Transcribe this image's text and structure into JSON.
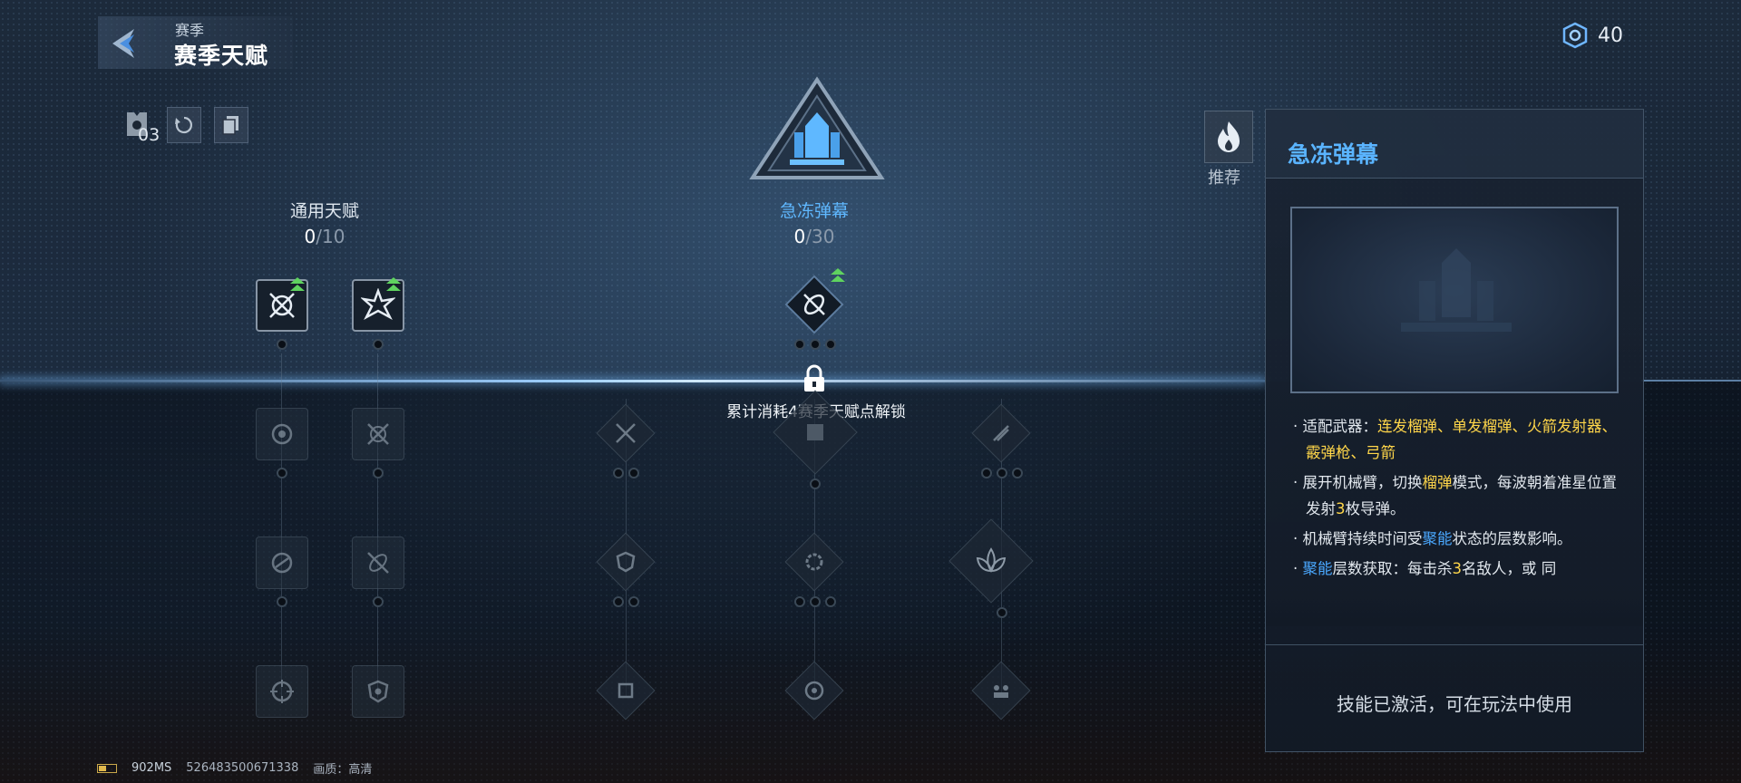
{
  "header": {
    "subtitle": "赛季",
    "title": "赛季天赋"
  },
  "currency": {
    "icon": "talent-point-icon",
    "value": "40"
  },
  "toolbar": {
    "preset_count": "03"
  },
  "columns": [
    {
      "name": "通用天赋",
      "current": "0",
      "total": "/10"
    },
    {
      "name": "急冻弹幕",
      "current": "0",
      "total": "/30"
    }
  ],
  "lock_hint": "累计消耗4赛季天赋点解锁",
  "recommend": {
    "label": "推荐"
  },
  "detail": {
    "title": "急冻弹幕",
    "weapons_label": "适配武器：",
    "weapons": "连发榴弹、单发榴弹、火箭发射器、霰弹枪、弓箭",
    "line1_a": "展开机械臂，切换",
    "line1_hl": "榴弹",
    "line1_b": "模式，每波朝着准星位置发射",
    "line1_num": "3",
    "line1_c": "枚导弹。",
    "line2_a": "机械臂持续时间受",
    "line2_hl": "聚能",
    "line2_b": "状态的层数影响。",
    "line3_hl": "聚能",
    "line3_a": "层数获取：每击杀",
    "line3_num": "3",
    "line3_b": "名敌人，或 同",
    "status": "技能已激活，可在玩法中使用"
  },
  "footer": {
    "ping": "902MS",
    "uid": "526483500671338",
    "quality": "画质：高清"
  },
  "colors": {
    "accent_blue": "#5ab4ff",
    "highlight_yellow": "#ffd64a",
    "upgrade_green": "#5fd35f"
  }
}
